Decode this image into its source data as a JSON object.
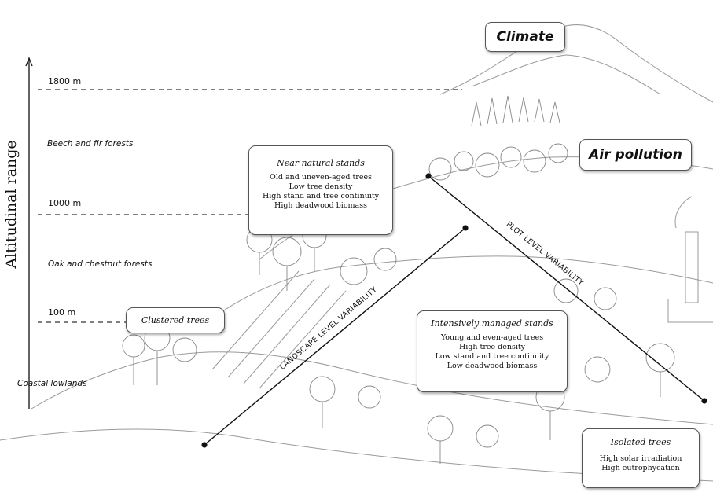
{
  "axis": {
    "title": "Altitudinal range",
    "ticks": [
      "1800 m",
      "1000 m",
      "100 m"
    ]
  },
  "zones": [
    "Beech and fir forests",
    "Oak and chestnut forests",
    "Coastal lowlands"
  ],
  "factors": {
    "climate": "Climate",
    "air_pollution": "Air pollution"
  },
  "boxes": {
    "near_natural": {
      "title": "Near natural stands",
      "lines": [
        "Old and uneven-aged trees",
        "Low tree density",
        "High stand and tree continuity",
        "High deadwood biomass"
      ]
    },
    "clustered": {
      "title": "Clustered trees"
    },
    "intensive": {
      "title": "Intensively managed stands",
      "lines": [
        "Young and even-aged trees",
        "High tree density",
        "Low stand and tree continuity",
        "Low deadwood biomass"
      ]
    },
    "isolated": {
      "title": "Isolated trees",
      "lines": [
        "High solar irradiation",
        "High eutrophycation"
      ]
    }
  },
  "variability": {
    "landscape": "LANDSCAPE LEVEL VARIABILITY",
    "plot": "PLOT LEVEL VARIABILITY"
  }
}
